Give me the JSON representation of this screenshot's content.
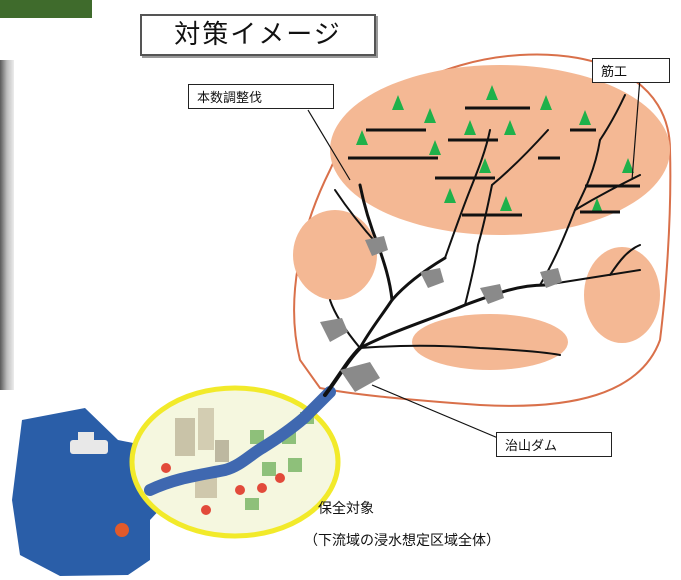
{
  "title": "対策イメージ",
  "labels": {
    "honsu": "本数調整伐",
    "suji": "筋工",
    "dam": "治山ダム",
    "hozen": "保全対象",
    "karyu": "（下流域の浸水想定区域全体）"
  },
  "colors": {
    "forest_area": "#f4b894",
    "outline": "#d9704a",
    "yellow_ring": "#f2ea2a",
    "sea": "#2a5ea8",
    "river": "#3f68b0",
    "tree_green": "#1fb14a",
    "dam_gray": "#8a8a8a",
    "header_tab": "#3f6b2c"
  }
}
